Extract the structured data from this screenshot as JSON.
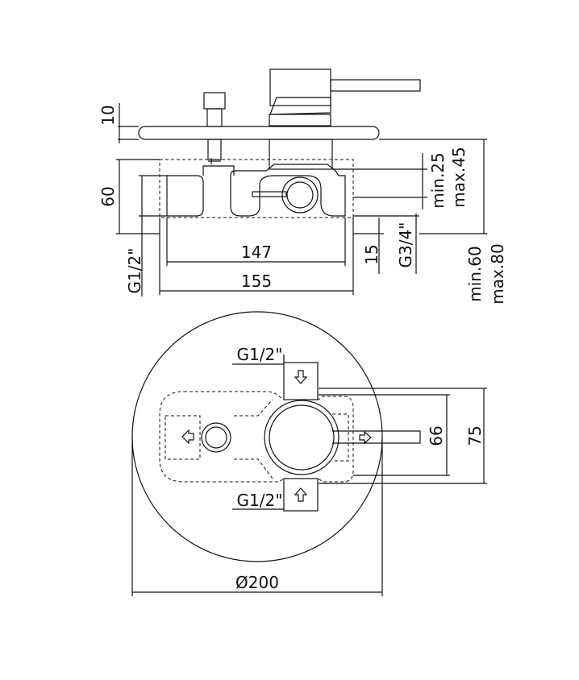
{
  "side_view": {
    "dim_10": "10",
    "dim_60": "60",
    "dim_147": "147",
    "dim_155": "155",
    "dim_15": "15",
    "thread_g34": "G3/4\"",
    "thread_g12": "G1/2\"",
    "min_25": "min.25",
    "max_45": "max.45",
    "min_60": "min.60",
    "max_80": "max.80"
  },
  "top_view": {
    "thread_top": "G1/2\"",
    "thread_bottom": "G1/2\"",
    "dim_66": "66",
    "dim_75": "75",
    "dim_diameter": "Ø200"
  },
  "colors": {
    "line": "#111111",
    "background": "#ffffff"
  }
}
